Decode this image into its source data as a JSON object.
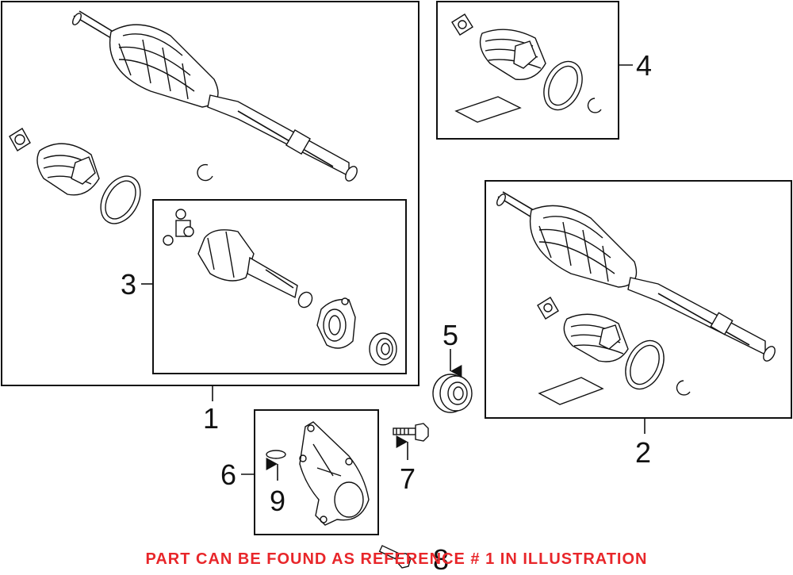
{
  "callouts": {
    "c1": "1",
    "c2": "2",
    "c3": "3",
    "c4": "4",
    "c5": "5",
    "c6": "6",
    "c7": "7",
    "c8": "8",
    "c9": "9"
  },
  "notice": "PART CAN BE FOUND AS REFERENCE # 1 IN ILLUSTRATION",
  "colors": {
    "notice": "#e8262a",
    "line": "#111111"
  }
}
